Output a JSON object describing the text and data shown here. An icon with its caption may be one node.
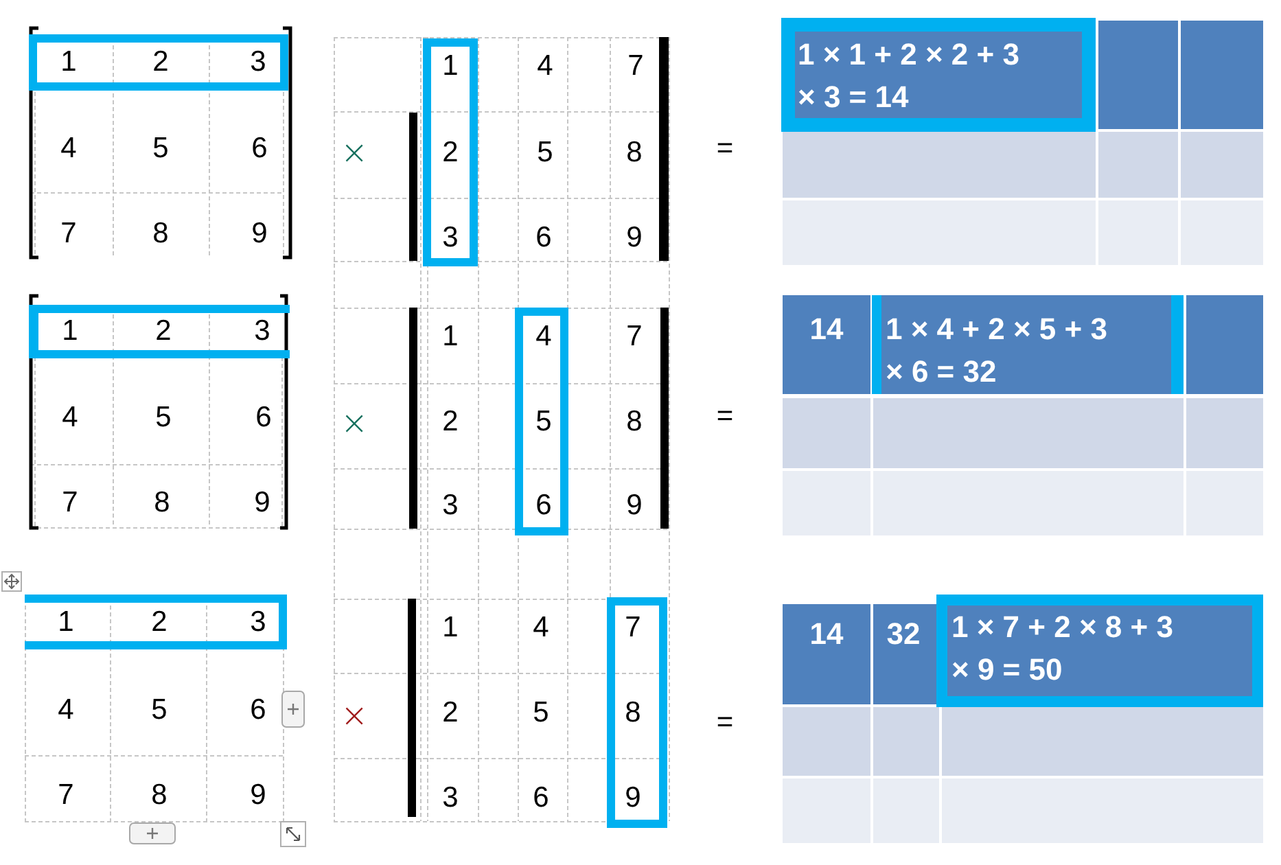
{
  "diagram": {
    "nodes": [
      {
        "text": [
          "1",
          "2",
          "3"
        ]
      },
      {
        "text": [
          "1",
          "2",
          "3"
        ]
      },
      {
        "text": [
          "1 × 1 + 2 × 2 + 3 × 3 = 14"
        ]
      },
      {
        "text": [
          "1",
          "2",
          "3"
        ]
      },
      {
        "text": [
          "4",
          "5",
          "6"
        ]
      },
      {
        "text": [
          "1 × 4 + 2 × 5 + 3 × 6 = 32"
        ]
      },
      {
        "text": [
          "1",
          "2",
          "3"
        ]
      },
      {
        "text": [
          "7",
          "8",
          "9"
        ]
      },
      {
        "text": [
          "1 × 7 + 2 × 8 + 3 × 9 = 50"
        ]
      }
    ],
    "labels": [
      "4",
      "7",
      "4",
      "5",
      "6",
      "×",
      "5",
      "8",
      "=",
      "7",
      "8",
      "9",
      "6",
      "9",
      "1",
      "7",
      "14",
      "4",
      "5",
      "6",
      "×",
      "2",
      "8",
      "=",
      "7",
      "8",
      "9",
      "3",
      "9",
      "1",
      "4",
      "14",
      "32",
      "4",
      "5",
      "6",
      "×",
      "2",
      "5",
      "=",
      "7",
      "8",
      "9",
      "3",
      "6"
    ]
  }
}
